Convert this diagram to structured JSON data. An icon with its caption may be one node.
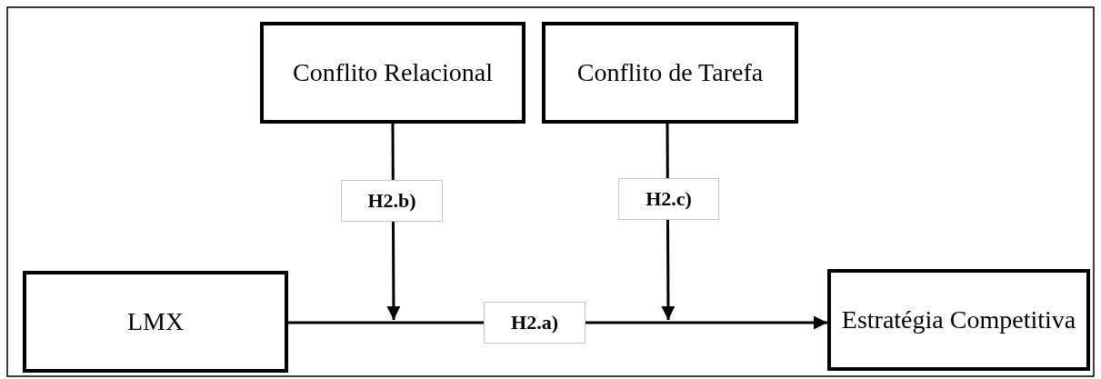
{
  "diagram": {
    "nodes": [
      {
        "text": [
          "Conflito Relacional"
        ]
      },
      {
        "text": [
          "Conflito de Tarefa"
        ]
      },
      {
        "text": [
          "LMX"
        ]
      },
      {
        "text": [
          "Estratégia Competitiva"
        ]
      }
    ],
    "edges": [
      {
        "from": 2,
        "to": 3,
        "arrow": "to",
        "label": "H2.a)"
      },
      {
        "from": 0,
        "to": null,
        "arrow": "to",
        "label": "H2.b)"
      },
      {
        "from": 1,
        "to": null,
        "arrow": "to",
        "label": "H2.c)"
      }
    ]
  }
}
